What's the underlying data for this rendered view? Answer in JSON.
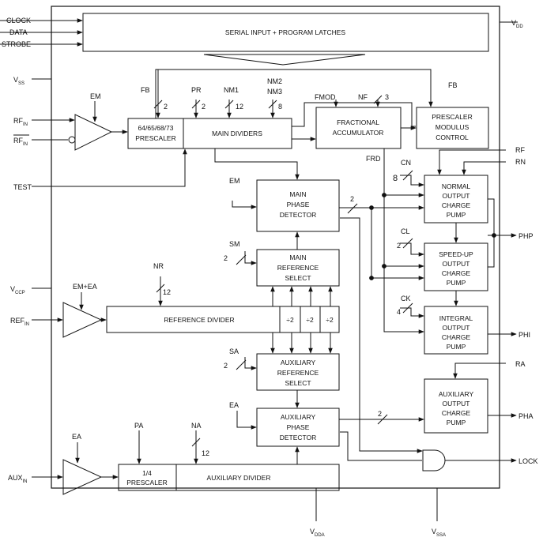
{
  "pins": {
    "clock": "CLOCK",
    "data": "DATA",
    "strobe": "STROBE",
    "vdd": {
      "main": "V",
      "sub": "DD"
    },
    "vss": {
      "main": "V",
      "sub": "SS"
    },
    "rf_in": {
      "main": "RF",
      "sub": "IN"
    },
    "rf_in_bar": {
      "main": "RF",
      "sub": "IN"
    },
    "test": "TEST",
    "vccp": {
      "main": "V",
      "sub": "CCP"
    },
    "ref_in": {
      "main": "REF",
      "sub": "IN"
    },
    "aux_in": {
      "main": "AUX",
      "sub": "IN"
    },
    "vdda": {
      "main": "V",
      "sub": "DDA"
    },
    "vssa": {
      "main": "V",
      "sub": "SSA"
    },
    "php": "PHP",
    "phi": "PHI",
    "pha": "PHA",
    "lock": "LOCK"
  },
  "blocks": {
    "serial": "SERIAL INPUT + PROGRAM LATCHES",
    "prescaler": [
      "64/65/68/73",
      "PRESCALER"
    ],
    "main_dividers": "MAIN DIVIDERS",
    "frac_acc": [
      "FRACTIONAL",
      "ACCUMULATOR"
    ],
    "psc_mod": [
      "PRESCALER",
      "MODULUS",
      "CONTROL"
    ],
    "main_pd": [
      "MAIN",
      "PHASE",
      "DETECTOR"
    ],
    "main_ref_sel": [
      "MAIN",
      "REFERENCE",
      "SELECT"
    ],
    "ref_div": "REFERENCE DIVIDER",
    "div2": "÷2",
    "aux_ref_sel": [
      "AUXILIARY",
      "REFERENCE",
      "SELECT"
    ],
    "aux_pd": [
      "AUXILIARY",
      "PHASE",
      "DETECTOR"
    ],
    "quarter_psc": [
      "1/4",
      "PRESCALER"
    ],
    "aux_div": "AUXILIARY DIVIDER",
    "normal_cp": [
      "NORMAL",
      "OUTPUT",
      "CHARGE",
      "PUMP"
    ],
    "speedup_cp": [
      "SPEED-UP",
      "OUTPUT",
      "CHARGE",
      "PUMP"
    ],
    "integral_cp": [
      "INTEGRAL",
      "OUTPUT",
      "CHARGE",
      "PUMP"
    ],
    "aux_cp": [
      "AUXILIARY",
      "OUTPUT",
      "CHARGE",
      "PUMP"
    ]
  },
  "signals": {
    "fb": "FB",
    "fb_right": "FB",
    "pr": "PR",
    "nm1": "NM1",
    "nm2": "NM2",
    "nm3": "NM3",
    "fmod": "FMOD",
    "nf": "NF",
    "em": "EM",
    "em_pd": "EM",
    "sm": "SM",
    "nr": "NR",
    "em_ea": "EM+EA",
    "sa": "SA",
    "ea_pd": "EA",
    "ea_buf": "EA",
    "pa": "PA",
    "na": "NA",
    "frd": "FRD",
    "cn": "CN",
    "cl": "CL",
    "ck": "CK",
    "rf": "RF",
    "rn": "RN",
    "ra": "RA"
  },
  "bus_widths": {
    "fb": "2",
    "pr": "2",
    "nm1": "12",
    "nm3": "8",
    "nf": "3",
    "sm": "2",
    "nr": "12",
    "sa": "2",
    "na": "12",
    "main_pd_out": "2",
    "aux_pd_out": "2",
    "cn": "8",
    "cl": "2",
    "ck": "4"
  }
}
